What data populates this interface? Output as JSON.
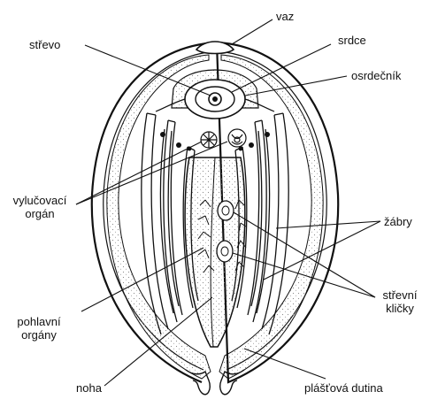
{
  "labels": {
    "vaz": "vaz",
    "strevo": "střevo",
    "srdce": "srdce",
    "osrdecnik": "osrdečník",
    "vylucovaci_1": "vylučovací",
    "vylucovaci_2": "orgán",
    "zabry": "žábry",
    "strevni_1": "střevní",
    "strevni_2": "kličky",
    "pohlavni_1": "pohlavní",
    "pohlavni_2": "orgány",
    "noha": "noha",
    "plastova": "plášťová dutina"
  },
  "colors": {
    "ink": "#111111",
    "paper": "#ffffff",
    "stipple": "#8a8a8a"
  }
}
